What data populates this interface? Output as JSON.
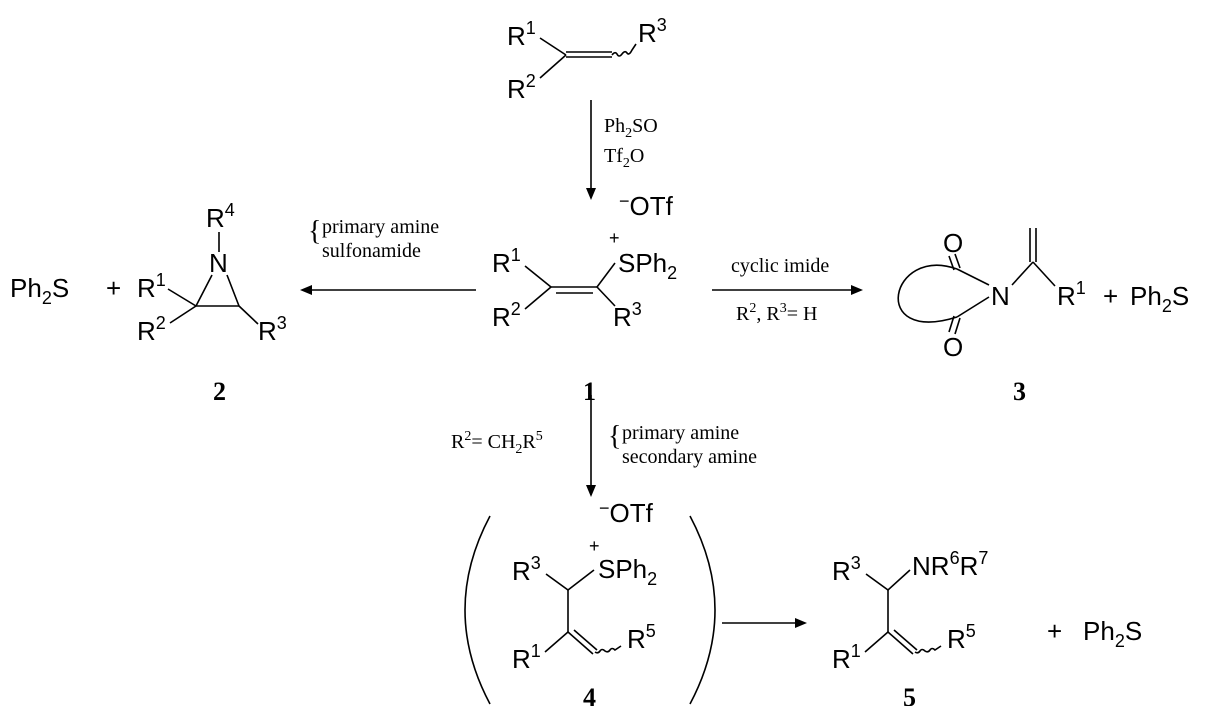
{
  "reagents": {
    "step1_line1_main": "Ph",
    "step1_line1_sub": "2",
    "step1_line1_tail": "SO",
    "step1_line2_main": "Tf",
    "step1_line2_sub": "2",
    "step1_line2_tail": "O",
    "left_line1": "primary amine",
    "left_line2": "sulfonamide",
    "right_line1": "cyclic imide",
    "right_cond_a": "R",
    "right_cond_a_sup": "2",
    "right_cond_b": ", R",
    "right_cond_b_sup": "3",
    "right_cond_c": "= H",
    "down_cond_a": "R",
    "down_cond_a_sup": "2",
    "down_cond_b": "= CH",
    "down_cond_b_sub": "2",
    "down_cond_c": "R",
    "down_cond_c_sup": "5",
    "down_line1": "primary amine",
    "down_line2": "secondary amine"
  },
  "labels": {
    "R": "R",
    "n1": "1",
    "n2": "2",
    "n3": "3",
    "n4": "4",
    "n5": "5",
    "n6": "6",
    "n7": "7",
    "N": "N",
    "O": "O",
    "OTf": "OTf",
    "minus": "−",
    "plus": "+",
    "SPh": "SPh",
    "sub2": "2",
    "NR": "NR",
    "Ph2S_a": "Ph",
    "Ph2S_b": "S",
    "plus_sign": "+"
  },
  "compounds": {
    "c1": "1",
    "c2": "2",
    "c3": "3",
    "c4": "4",
    "c5": "5"
  }
}
